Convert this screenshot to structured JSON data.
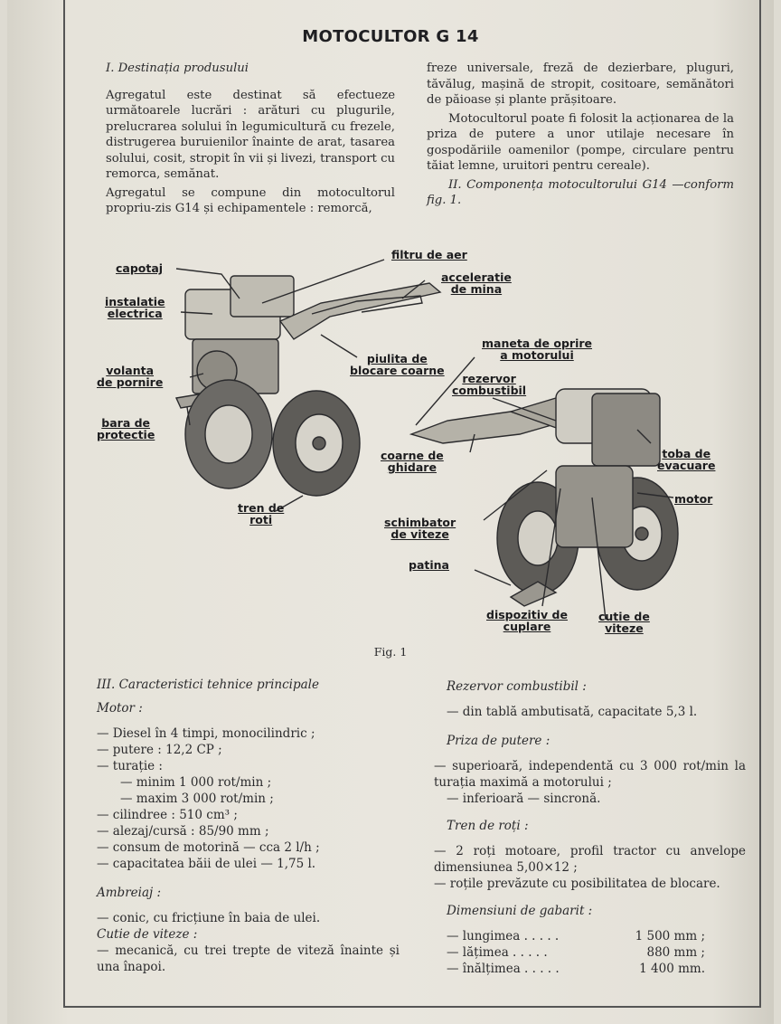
{
  "title": "MOTOCULTOR G 14",
  "col_left": {
    "heading": "I. Destinația produsului",
    "p1": "Agregatul este destinat să efectueze următoarele lucrări : arături cu plugurile, prelucrarea solului în legumicultură cu frezele, distrugerea buruienilor înainte de arat, tasarea solului, cosit, stropit în vii și livezi, transport cu remorca, semănat.",
    "p2": "Agregatul se compune din motocultorul propriu-zis G14 și echipamentele : remorcă,"
  },
  "col_right": {
    "p1": "freze universale, freză de dezierbare, pluguri, tăvălug, mașină de stropit, cositoare, semănători de păioase și plante prășitoare.",
    "p2": "Motocultorul poate fi folosit la acționarea de la priza de putere a unor utilaje necesare în gospodăriile oamenilor (pompe, circulare pentru tăiat lemne, uruitori pentru cereale).",
    "heading": "II. Componența motocultorului G14 —conform fig. 1."
  },
  "figure": {
    "caption": "Fig. 1",
    "labels": {
      "capotaj": "capotaj",
      "instalatie": [
        "instalatie",
        "electrica"
      ],
      "volanta": [
        "volanta",
        "de pornire"
      ],
      "bara": [
        "bara de",
        "protectie"
      ],
      "tren": [
        "tren de",
        "roti"
      ],
      "filtru": "filtru de aer",
      "acceleratie": [
        "acceleratie",
        "de mina"
      ],
      "piulita": [
        "piulita de",
        "blocare coarne"
      ],
      "maneta": [
        "maneta de oprire",
        "a motorului"
      ],
      "rezervor": [
        "rezervor",
        "combustibil"
      ],
      "coarne": [
        "coarne de",
        "ghidare"
      ],
      "toba": [
        "toba de",
        "evacuare"
      ],
      "motor": "motor",
      "schimbator": [
        "schimbator",
        "de viteze"
      ],
      "patina": "patina",
      "dispozitiv": [
        "dispozitiv de",
        "cuplare"
      ],
      "cutie": [
        "cutie de",
        "viteze"
      ]
    }
  },
  "specs_left": {
    "heading": "III. Caracteristici tehnice principale",
    "motor_h": "Motor :",
    "m1": "— Diesel în 4 timpi, monocilindric ;",
    "m2": "— putere : 12,2 CP ;",
    "m3": "— turație :",
    "m4": "— minim 1 000 rot/min ;",
    "m5": "— maxim 3 000 rot/min ;",
    "m6": "— cilindree : 510 cm³ ;",
    "m7": "— alezaj/cursă : 85/90 mm ;",
    "m8": "— consum de motorină — cca 2 l/h ;",
    "m9": "— capacitatea băii de ulei — 1,75 l.",
    "amb_h": "Ambreiaj :",
    "a1": "— conic, cu fricțiune în baia de ulei.",
    "cutie_h": "Cutie de viteze :",
    "c1": "— mecanică, cu trei trepte de viteză înainte și una înapoi."
  },
  "specs_right": {
    "rez_h": "Rezervor combustibil :",
    "r1": "— din tablă ambutisată, capacitate 5,3 l.",
    "priza_h": "Priza de putere :",
    "p1": "— superioară, independentă cu 3 000 rot/min la turația maximă a motorului ;",
    "p2": "— inferioară — sincronă.",
    "tren_h": "Tren de roți :",
    "t1": "— 2 roți motoare, profil tractor cu anvelope dimensiunea 5,00×12 ;",
    "t2": "— roțile prevăzute cu posibilitatea de blocare.",
    "dim_h": "Dimensiuni de gabarit :",
    "d1_label": "— lungimea . . . . .",
    "d1_val": "1 500 mm ;",
    "d2_label": "— lățimea . . . . .",
    "d2_val": "880 mm ;",
    "d3_label": "— înălțimea . . . . .",
    "d3_val": "1 400 mm."
  }
}
